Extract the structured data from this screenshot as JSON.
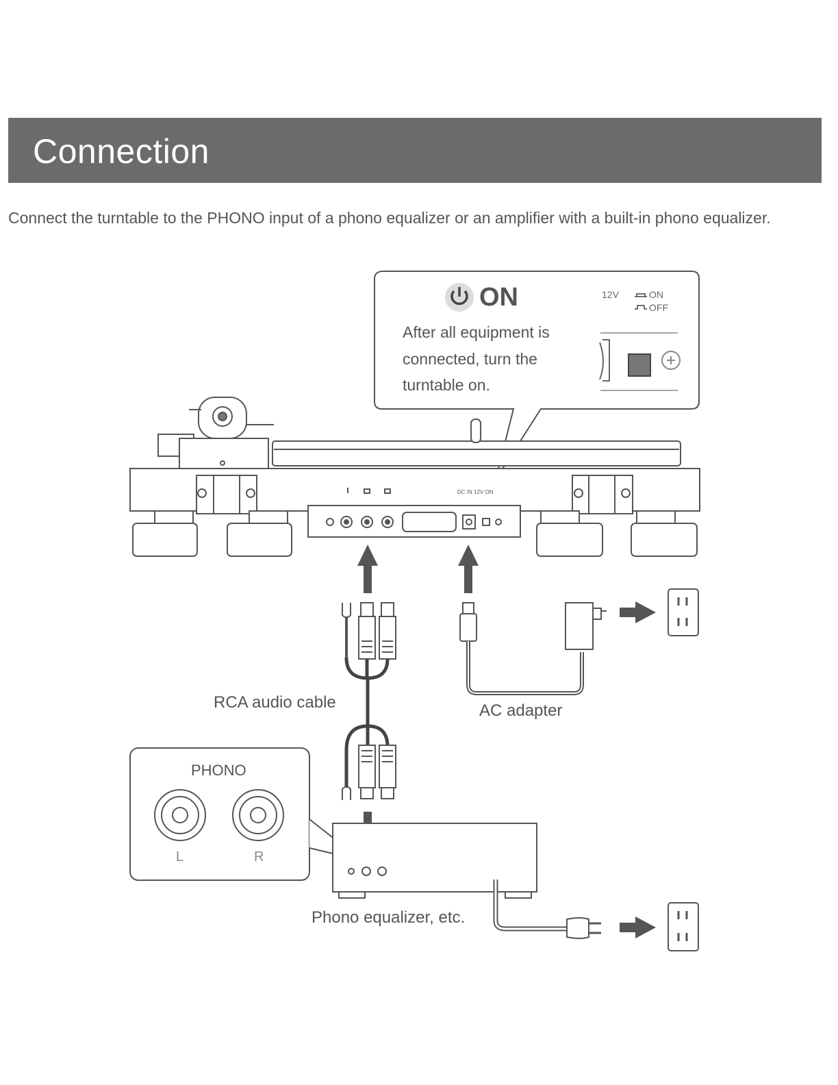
{
  "header": {
    "title": "Connection"
  },
  "intro": {
    "text": "Connect the turntable to the PHONO input of a phono equalizer or an amplifier with a built-in phono equalizer."
  },
  "callout": {
    "title": "ON",
    "text": "After all equipment is connected, turn the turntable on.",
    "voltage_label": "12V",
    "switch_on_label": "ON",
    "switch_off_label": "OFF"
  },
  "labels": {
    "rca_cable": "RCA audio cable",
    "ac_adapter": "AC adapter",
    "phono_equalizer": "Phono equalizer, etc."
  },
  "phono_panel": {
    "title": "PHONO",
    "left_label": "L",
    "right_label": "R"
  },
  "icons": [
    "power-icon",
    "arrow-up-icon",
    "arrow-right-icon",
    "wall-outlet-icon",
    "ac-adapter-icon",
    "rca-plug-icon",
    "power-plug-icon"
  ]
}
